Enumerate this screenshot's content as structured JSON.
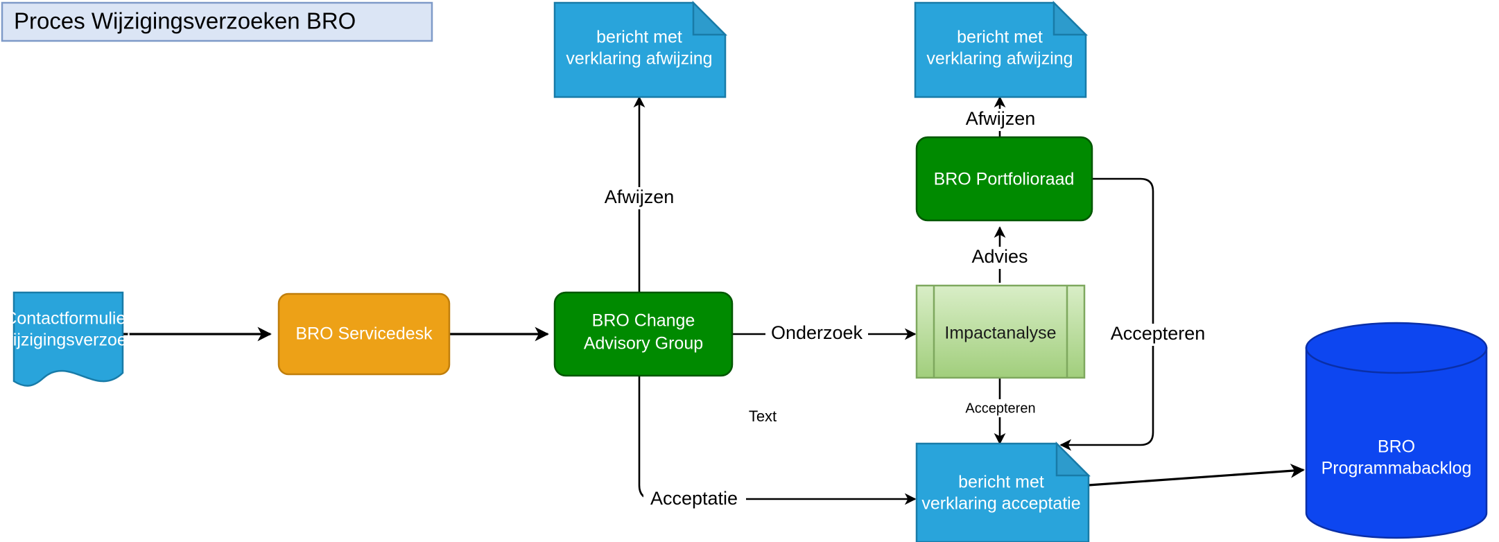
{
  "title": {
    "text": "Proces Wijzigingsverzoeken BRO",
    "fill": "#dbe5f5",
    "stroke": "#7e9ac8",
    "text_color": "#000000"
  },
  "colors": {
    "note_blue": "#29A4DB",
    "note_blue_stroke": "#187BA8",
    "note_fold": "#2D9BCC",
    "orange": "#EDA117",
    "orange_stroke": "#C07E0B",
    "green": "#008A00",
    "green_stroke": "#005700",
    "light_green_top": "#D6ECC3",
    "light_green_bottom": "#A3CF7F",
    "light_green_stroke": "#7EA85E",
    "db_blue": "#0D46F0",
    "db_blue_stroke": "#0A2FA8",
    "edge": "#000000",
    "canvas": "#ffffff"
  },
  "nodes": [
    {
      "id": "contactformulier",
      "name": "contactformulier-wijzigingsverzoek",
      "shape": "document",
      "lines": [
        "Contactformulier",
        "wijzigingsverzoek"
      ],
      "text_color": "#ffffff"
    },
    {
      "id": "servicedesk",
      "name": "bro-servicedesk",
      "shape": "rounded-rect",
      "lines": [
        "BRO Servicedesk"
      ],
      "text_color": "#ffffff"
    },
    {
      "id": "cag",
      "name": "bro-change-advisory-group",
      "shape": "rounded-rect",
      "lines": [
        "BRO Change",
        "Advisory Group"
      ],
      "text_color": "#ffffff"
    },
    {
      "id": "note_afwijzing_1",
      "name": "bericht-verklaring-afwijzing-cag",
      "shape": "note",
      "lines": [
        "bericht met",
        "verklaring afwijzing"
      ],
      "text_color": "#ffffff"
    },
    {
      "id": "note_afwijzing_2",
      "name": "bericht-verklaring-afwijzing-portfolioraad",
      "shape": "note",
      "lines": [
        "bericht met",
        "verklaring afwijzing"
      ],
      "text_color": "#ffffff"
    },
    {
      "id": "impactanalyse",
      "name": "impactanalyse",
      "shape": "predefined-process",
      "lines": [
        "Impactanalyse"
      ],
      "text_color": "#1a1a1a"
    },
    {
      "id": "portfolioraad",
      "name": "bro-portfolioraad",
      "shape": "rounded-rect",
      "lines": [
        "BRO Portfolioraad"
      ],
      "text_color": "#ffffff"
    },
    {
      "id": "note_acceptatie",
      "name": "bericht-verklaring-acceptatie",
      "shape": "note",
      "lines": [
        "bericht met",
        "verklaring acceptatie"
      ],
      "text_color": "#ffffff"
    },
    {
      "id": "programmabacklog",
      "name": "bro-programmabacklog",
      "shape": "cylinder",
      "lines": [
        "BRO",
        "Programmabacklog"
      ],
      "text_color": "#ffffff"
    }
  ],
  "edge_labels": {
    "afwijzen_cag": "Afwijzen",
    "afwijzen_portfolioraad": "Afwijzen",
    "onderzoek": "Onderzoek",
    "advies": "Advies",
    "accepteren_impact": "Accepteren",
    "accepteren_portfolioraad": "Accepteren",
    "acceptatie": "Acceptatie"
  },
  "free_labels": {
    "text": "Text"
  }
}
